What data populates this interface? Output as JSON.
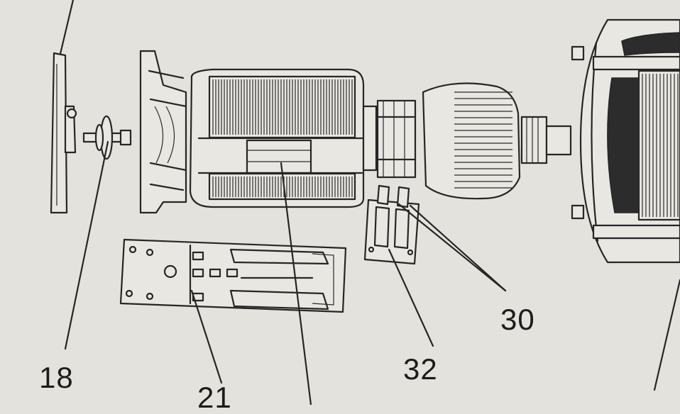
{
  "callouts": [
    {
      "id": "18",
      "text": "18"
    },
    {
      "id": "21",
      "text": "21"
    },
    {
      "id": "30",
      "text": "30"
    },
    {
      "id": "32",
      "text": "32"
    }
  ],
  "parts": [
    "end-plate",
    "bolt-washer",
    "fan-housing",
    "rotor-core",
    "commutator-ring",
    "armature-winding",
    "brush-plate",
    "terminal-block",
    "field-frame"
  ]
}
